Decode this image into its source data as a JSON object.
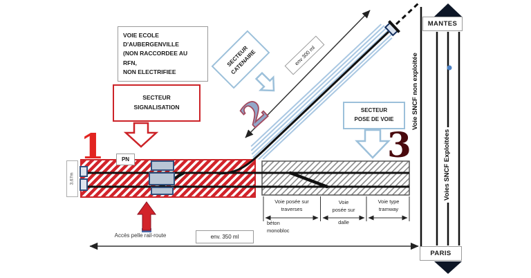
{
  "title": {
    "text": "VOIE ECOLE\nD'AUBERGENVILLE\n(NON RACCORDEE AU RFN,\nNON ELECTRIFIEE"
  },
  "sectors": {
    "signalisation": "SECTEUR\nSIGNALISATION",
    "catenaire": "SECTEUR\nCATENAIRE",
    "pose_de_voie": "SECTEUR\nPOSE DE VOIE"
  },
  "numerals": {
    "zone1": "1",
    "zone2": "2",
    "zone3": "3"
  },
  "labels": {
    "pn": "PN",
    "gauge": "3,67m",
    "access": "Accès pelle rail-route"
  },
  "measurements": {
    "bottom": "env. 350 ml",
    "diagonal": "env 300 ml"
  },
  "track_types": [
    {
      "label_above": "Voie posée sur\ntraverses",
      "label_below": "béton\nmonobloc"
    },
    {
      "label_above": "Voie\nposée sur",
      "label_below": "dalle"
    },
    {
      "label_above": "Voie type\ntramway",
      "label_below": ""
    }
  ],
  "right_panel": {
    "mantes": "MANTES",
    "paris": "PARIS",
    "not_operated": "Voie SNCF non exploitée",
    "operated": "Voies SNCF Exploitées"
  },
  "colors": {
    "sector_red": "#cc2328",
    "sector_blue": "#9cc0da",
    "hatch_red": "#d2232a",
    "hatch_gray": "#8a8a8a",
    "numeral_red": "#e22420",
    "numeral_dark_red": "#49090d",
    "numeral_blue": "#93a7c9",
    "track_black": "#111111",
    "equipment_blue": "#31507e"
  }
}
